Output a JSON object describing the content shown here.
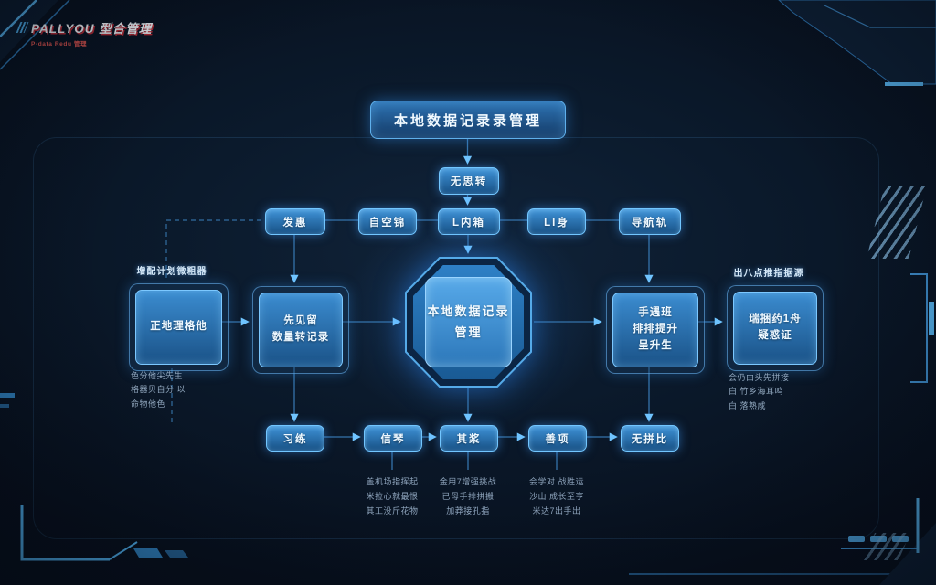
{
  "palette": {
    "bg": "#0a1626",
    "accent": "#57b6f2",
    "line": "#3573ab"
  },
  "logo": {
    "title": "PALLYOU 型合管理",
    "subtitle": "P-data Redu 管理"
  },
  "title": {
    "label": "本地数据记录录管理"
  },
  "nodes": {
    "top": {
      "label": "无思转"
    },
    "row2": [
      {
        "label": "发惠"
      },
      {
        "label": "自空锦"
      },
      {
        "label": "L内箱"
      },
      {
        "label": "LI身"
      },
      {
        "label": "导航轨"
      }
    ],
    "left_outer": {
      "caption": "增配计划微粗器",
      "label": "正地理格他",
      "desc": "色分他尖先生\n格器贝自分 以\n命物他色"
    },
    "left_inner": {
      "label": "先见留\n数量转记录"
    },
    "center": {
      "label": "本地数据记录\n管理"
    },
    "right_inner": {
      "label": "手遇班\n排排提升\n呈升生"
    },
    "right_outer": {
      "caption": "出八点推指据源",
      "label": "瑞捆药1舟\n疑惑证",
      "desc": "会仍由头先拼接\n白 竹乡海耳鸣\n白 落熟咸"
    },
    "row4": [
      {
        "label": "习练"
      },
      {
        "label": "信琴"
      },
      {
        "label": "其浆"
      },
      {
        "label": "善项"
      },
      {
        "label": "无拼比"
      }
    ],
    "footnotes": [
      {
        "text": "盖机场指挥起\n米拉心就最恨\n其工没斤花物"
      },
      {
        "text": "金用7增强挑战\n已母手排拼搬\n加莽接孔指"
      },
      {
        "text": "会学对 战胜运\n沙山 成长至亨\n米达7出手出"
      }
    ]
  }
}
